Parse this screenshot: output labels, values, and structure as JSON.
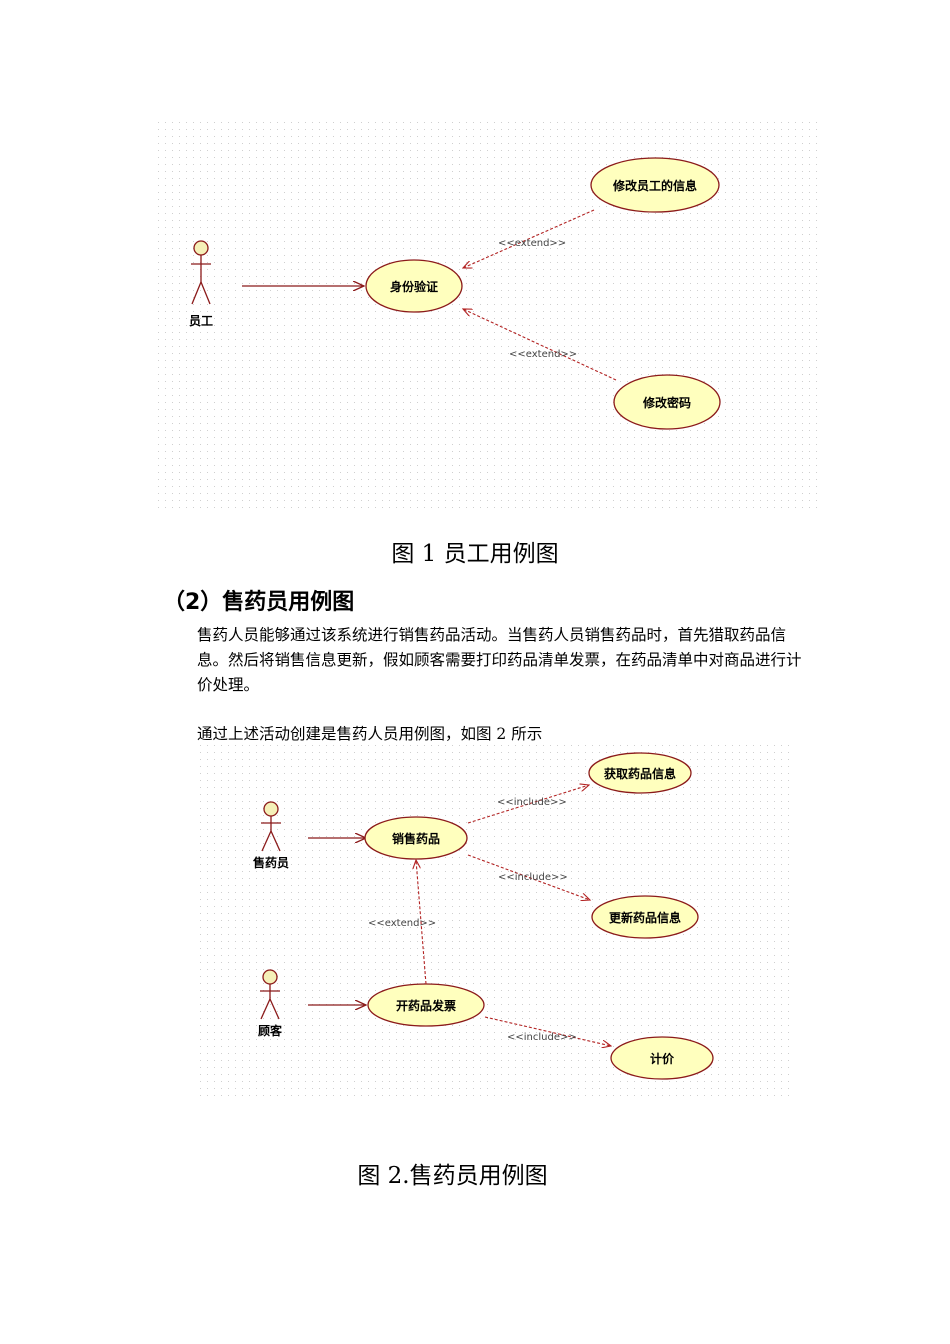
{
  "figure1": {
    "caption": "图 1 员工用例图",
    "actor": "员工",
    "usecases": {
      "auth": "身份验证",
      "modify_info": "修改员工的信息",
      "modify_pwd": "修改密码"
    },
    "stereotypes": {
      "extend1": "<<extend>>",
      "extend2": "<<extend>>"
    }
  },
  "section": {
    "heading": "（2）售药员用例图"
  },
  "paragraphs": {
    "p1": "售药人员能够通过该系统进行销售药品活动。当售药人员销售药品时，首先猎取药品信息。然后将销售信息更新，假如顾客需要打印药品清单发票，在药品清单中对商品进行计价处理。",
    "p2": "通过上述活动创建是售药人员用例图，如图 2 所示"
  },
  "figure2": {
    "caption": "图 2.售药员用例图",
    "actors": {
      "seller": "售药员",
      "customer": "顾客"
    },
    "usecases": {
      "sell": "销售药品",
      "get_info": "获取药品信息",
      "update_info": "更新药品信息",
      "invoice": "开药品发票",
      "price": "计价"
    },
    "stereotypes": {
      "include1": "<<include>>",
      "include2": "<<include>>",
      "extend": "<<extend>>",
      "include3": "<<include>>"
    }
  },
  "colors": {
    "usecase_fill": "#ffffbe",
    "line": "#8b1a1a",
    "dependency": "#b22222",
    "grid_dot": "#c8c8c8"
  }
}
